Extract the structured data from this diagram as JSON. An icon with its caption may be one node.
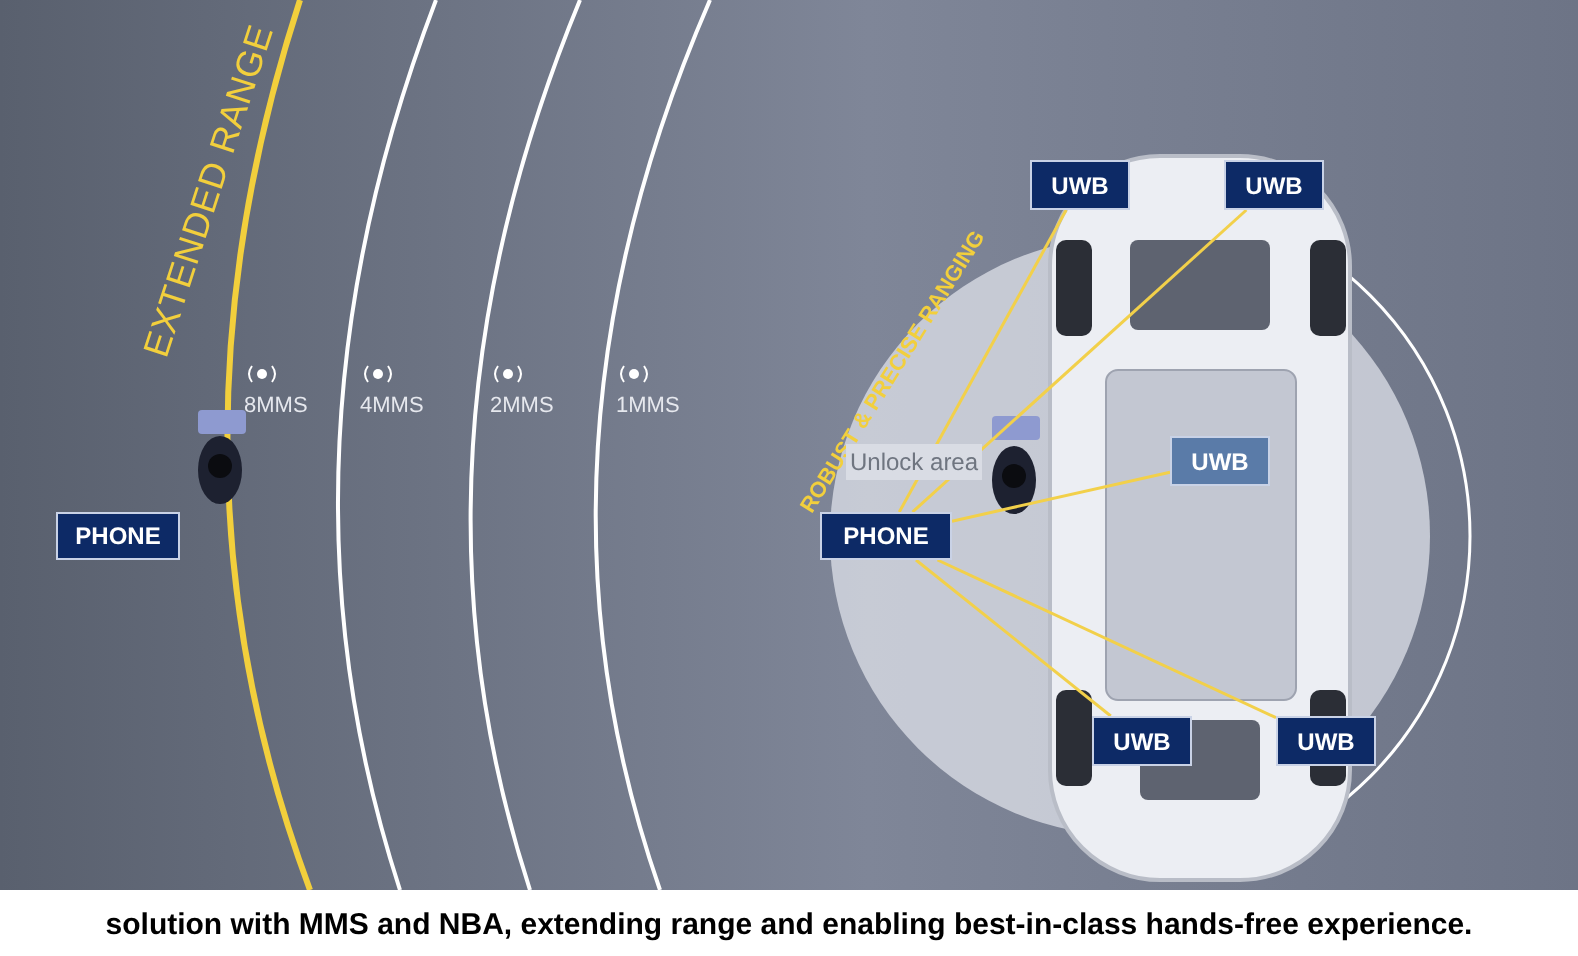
{
  "diagram": {
    "caption": "solution with MMS and NBA, extending range and enabling best-in-class hands-free experience.",
    "nodes": [
      {
        "text": [
          "PHONE"
        ]
      },
      {
        "text": [
          "PHONE"
        ]
      },
      {
        "text": [
          "UWB"
        ]
      },
      {
        "text": [
          "UWB"
        ]
      },
      {
        "text": [
          "UWB"
        ]
      },
      {
        "text": [
          "UWB"
        ]
      },
      {
        "text": [
          "UWB"
        ]
      }
    ],
    "edges": [
      {
        "from": 1,
        "to": 2,
        "arrow": "none"
      },
      {
        "from": 1,
        "to": 3,
        "arrow": "none"
      },
      {
        "from": 1,
        "to": 4,
        "arrow": "none"
      },
      {
        "from": 1,
        "to": 5,
        "arrow": "none"
      },
      {
        "from": 1,
        "to": 6,
        "arrow": "none"
      }
    ],
    "labels": [
      "EXTENDED RANGE",
      "8MMS",
      "4MMS",
      "2MMS",
      "1MMS",
      "ROBUST & PRECISE RANGING",
      "Unlock area"
    ]
  }
}
